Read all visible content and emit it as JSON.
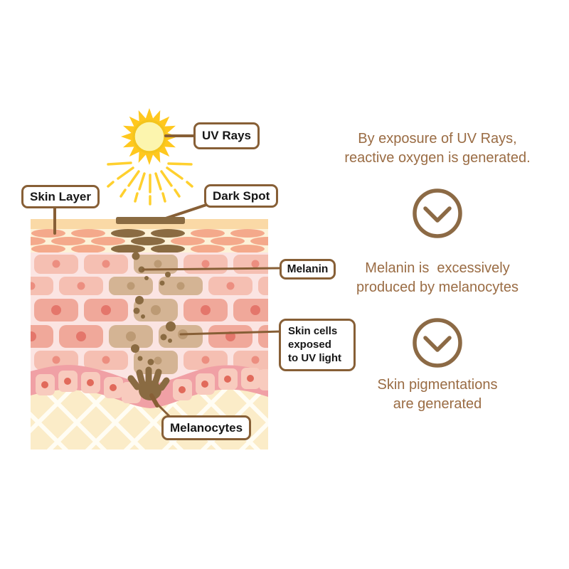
{
  "diagram": {
    "labels": {
      "uv_rays": "UV Rays",
      "skin_layer": "Skin Layer",
      "dark_spot": "Dark Spot",
      "melanin": "Melanin",
      "skin_cells_lines": [
        "Skin cells",
        "exposed",
        "to UV light"
      ],
      "melanocytes": "Melanocytes"
    },
    "icons": [
      "sun-icon",
      "melanocyte-hand-icon",
      "chevron-down-circle-icon"
    ]
  },
  "flow": {
    "arrow_icon": "chevron-down-circle",
    "steps": [
      {
        "lines": [
          "By exposure of UV Rays,",
          "reactive oxygen is generated."
        ]
      },
      {
        "lines": [
          "Melanin is  excessively",
          "produced by melanocytes"
        ]
      },
      {
        "lines": [
          "Skin pigmentations",
          "are generated"
        ]
      }
    ]
  },
  "colors": {
    "label_border_brown": "#875f36",
    "flow_text_brown": "#9a6c44",
    "melanin_brown": "#8a6b42",
    "sun_yellow": "#ffc81e",
    "sun_core": "#fcf5ae",
    "surface_band": "#fad9a6",
    "stratum_cream": "#fdf2d8",
    "epidermis_pink": "#fbe4e2",
    "cell_light": "#f5bfb2",
    "cell_salmon": "#f0a89a",
    "cell_tan": "#d4b494",
    "basal_ribbon": "#f0a0a5",
    "dermis_cream": "#fbecc8"
  }
}
